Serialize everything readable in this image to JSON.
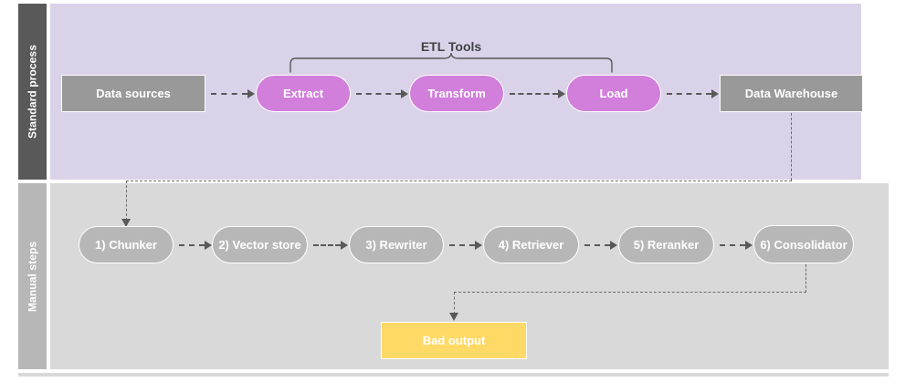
{
  "diagram": {
    "lanes": [
      {
        "id": "standard-process",
        "label": "Standard process",
        "band_color": "#d9d2e9",
        "label_color": "#595959"
      },
      {
        "id": "manual-steps",
        "label": "Manual steps",
        "band_color": "#d9d9d9",
        "label_color": "#b7b7b7"
      }
    ],
    "standard_process": {
      "source_node": {
        "label": "Data sources",
        "shape": "rect",
        "color": "#999999"
      },
      "etl_group_label": "ETL Tools",
      "etl_nodes": [
        {
          "label": "Extract",
          "shape": "pill",
          "color": "#d17fdb"
        },
        {
          "label": "Transform",
          "shape": "pill",
          "color": "#d17fdb"
        },
        {
          "label": "Load",
          "shape": "pill",
          "color": "#d17fdb"
        }
      ],
      "sink_node": {
        "label": "Data Warehouse",
        "shape": "rect",
        "color": "#999999"
      }
    },
    "manual_steps": {
      "nodes": [
        {
          "label": "1) Chunker",
          "shape": "pill",
          "color": "#b7b7b7"
        },
        {
          "label": "2) Vector store",
          "shape": "pill",
          "color": "#b7b7b7"
        },
        {
          "label": "3) Rewriter",
          "shape": "pill",
          "color": "#b7b7b7"
        },
        {
          "label": "4) Retriever",
          "shape": "pill",
          "color": "#b7b7b7"
        },
        {
          "label": "5) Reranker",
          "shape": "pill",
          "color": "#b7b7b7"
        },
        {
          "label": "6) Consolidator",
          "shape": "pill",
          "color": "#b7b7b7"
        }
      ],
      "output_node": {
        "label": "Bad output",
        "shape": "rect",
        "color": "#ffd966"
      }
    },
    "connector_color": "#595959"
  }
}
